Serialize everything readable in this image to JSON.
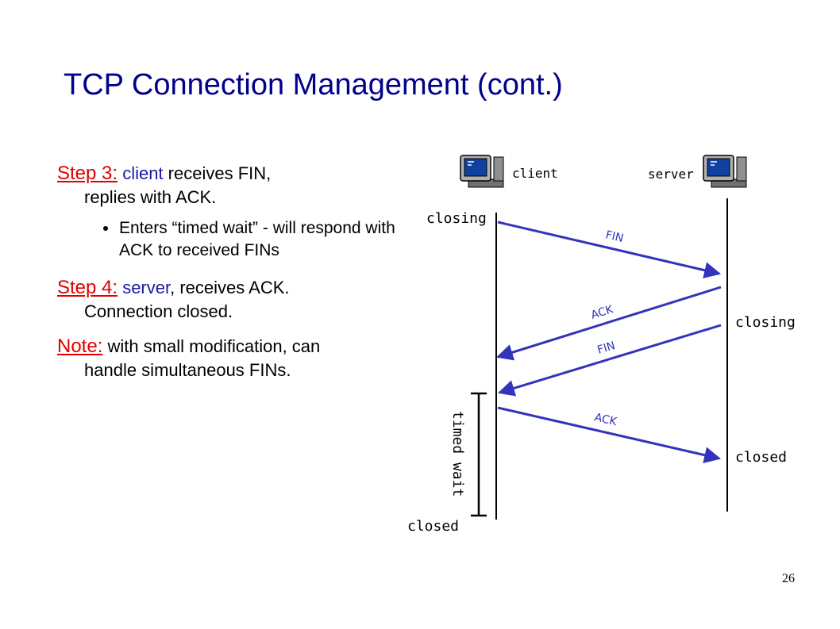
{
  "slide": {
    "title": "TCP Connection Management (cont.)",
    "page_number": "26"
  },
  "bullets": {
    "step3": {
      "label": "Step 3:",
      "actor": "client",
      "text1": " receives FIN,",
      "text2": "replies with ACK."
    },
    "sub": "Enters “timed wait” - will respond with ACK to received FINs",
    "step4": {
      "label": "Step 4:",
      "actor": "server",
      "text1": ", receives ACK.",
      "text2": "Connection closed."
    },
    "note": {
      "label": "Note:",
      "text1": " with small modification, can",
      "text2": "handle simultaneous FINs."
    }
  },
  "diagram": {
    "client_label": "client",
    "server_label": "server",
    "client_closing": "closing",
    "server_closing": "closing",
    "server_closed": "closed",
    "client_closed": "closed",
    "timed_wait": "timed wait",
    "messages": {
      "fin1": "FIN",
      "ack1": "ACK",
      "fin2": "FIN",
      "ack2": "ACK"
    },
    "colors": {
      "arrow": "#3333bb",
      "title": "#00008b",
      "step": "#e00000",
      "actor": "#1a1aa0"
    }
  }
}
